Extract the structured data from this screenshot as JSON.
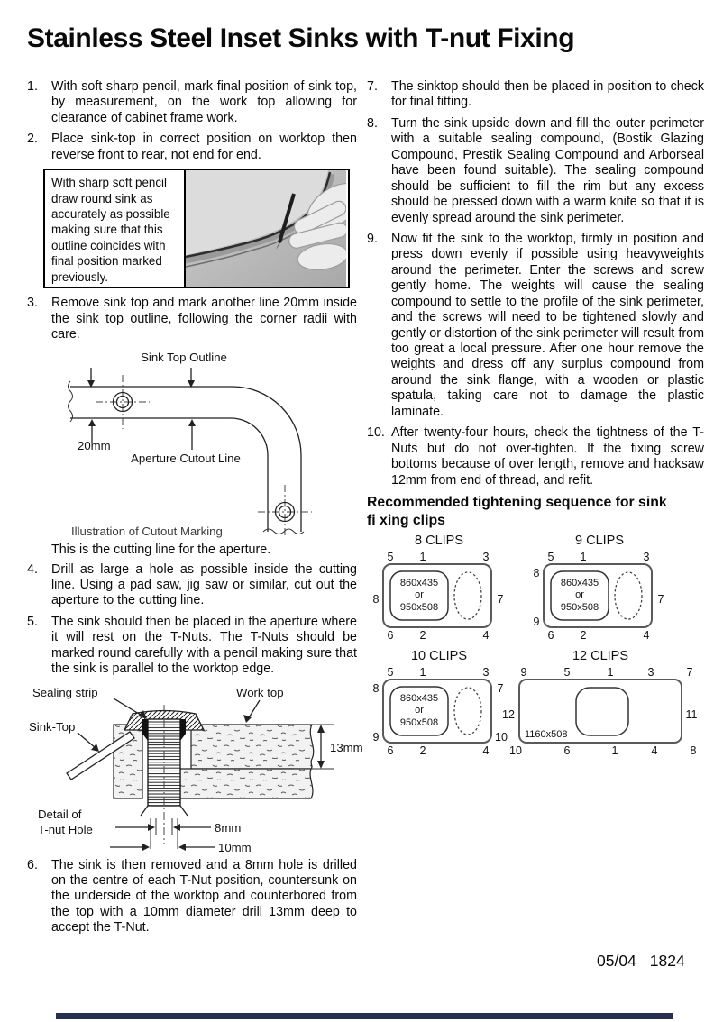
{
  "title": "Stainless Steel Inset Sinks with T-nut Fixing",
  "left": {
    "i1": {
      "n": "1.",
      "t": "With soft sharp pencil, mark final position of sink top, by measurement, on the work top allowing for clearance of cabinet frame work."
    },
    "i2": {
      "n": "2.",
      "t": "Place sink-top in correct position on worktop then reverse front to rear, not end for end."
    },
    "box": "With sharp soft pencil draw round sink as accurately as possible making sure that this outline coincides with final position marked previously.",
    "i3": {
      "n": "3.",
      "t": "Remove sink top and mark another line 20mm inside the sink top outline, following the corner radii with care."
    },
    "d1": {
      "sink_top_outline": "Sink Top Outline",
      "mm20": "20mm",
      "aperture_cutout_line": "Aperture Cutout Line",
      "caption": "Illustration of Cutout Marking"
    },
    "note": "This is the cutting line for the aperture.",
    "i4": {
      "n": "4.",
      "t": "Drill as large a hole as possible inside the cutting line. Using a pad saw, jig saw or similar, cut out the aperture to the cutting line."
    },
    "i5": {
      "n": "5.",
      "t": "The sink should then be placed in the aperture where it will rest on the T-Nuts. The T-Nuts should be marked round carefully with a pencil making sure that the sink is parallel to the worktop edge."
    },
    "d2": {
      "sealing_strip": "Sealing strip",
      "work_top": "Work top",
      "sink_top": "Sink-Top",
      "mm13": "13mm",
      "detail1": "Detail of",
      "detail2": "T-nut Hole",
      "mm8": "8mm",
      "mm10": "10mm"
    },
    "i6": {
      "n": "6.",
      "t": "The sink is then removed and a 8mm hole is drilled on the centre of each T-Nut position, countersunk on the underside of the worktop and counterbored from the top with a 10mm diameter drill 13mm deep to accept the T-Nut."
    }
  },
  "right": {
    "i7": {
      "n": "7.",
      "t": "The sinktop should then be placed in position to check for final fitting."
    },
    "i8": {
      "n": "8.",
      "t": "Turn the sink upside down and fill the outer perimeter with a suitable sealing compound, (Bostik Glazing Compound, Prestik Sealing Compound and Arborseal have been found suitable). The sealing compound should be sufficient to fill the rim but any excess should be pressed down with a warm knife so that it is evenly spread around the sink perimeter."
    },
    "i9": {
      "n": "9.",
      "t": "Now fit the sink to the worktop, firmly in position and press down evenly if possible using heavyweights around the perimeter. Enter the screws and screw gently home. The weights will cause the sealing compound to settle to the profile of the sink perimeter, and the screws will need to be tightened slowly and gently or distortion of the sink perimeter will result from too great a local pressure. After one hour remove the weights and dress off any surplus compound from around the sink flange, with a wooden or plastic spatula, taking care not to damage the plastic laminate."
    },
    "i10": {
      "n": "10.",
      "t": "After twenty-four hours, check the tightness of the T-Nuts but do not over-tighten. If the fixing screw bottoms because of over length, remove and hacksaw 12mm from end of thread, and refit."
    },
    "heading_line1": "Recommended tightening sequence for sink",
    "heading_line2": "fi xing clips",
    "clips": {
      "c8": {
        "title": "8 CLIPS",
        "top": [
          "5",
          "1",
          "3"
        ],
        "left": [
          "8"
        ],
        "right": [
          "7"
        ],
        "bottom": [
          "6",
          "2",
          "4"
        ],
        "size": [
          "860x435",
          "or",
          "950x508"
        ]
      },
      "c9": {
        "title": "9 CLIPS",
        "top": [
          "5",
          "1",
          "3"
        ],
        "left": [
          "8",
          "9"
        ],
        "right": [
          "7"
        ],
        "bottom": [
          "6",
          "2",
          "4"
        ],
        "size": [
          "860x435",
          "or",
          "950x508"
        ]
      },
      "c10": {
        "title": "10 CLIPS",
        "top": [
          "5",
          "1",
          "3"
        ],
        "left": [
          "8",
          "9"
        ],
        "right": [
          "7",
          "10"
        ],
        "bottom": [
          "6",
          "2",
          "4"
        ],
        "size": [
          "860x435",
          "or",
          "950x508"
        ]
      },
      "c12": {
        "title": "12 CLIPS",
        "top": [
          "9",
          "5",
          "1",
          "3",
          "7"
        ],
        "left": [
          "12"
        ],
        "right": [
          "11"
        ],
        "bottom": [
          "10",
          "6",
          "1",
          "4",
          "8"
        ],
        "size": [
          "1160x508"
        ]
      }
    }
  },
  "footer": {
    "date": "05/04",
    "code": "1824"
  }
}
